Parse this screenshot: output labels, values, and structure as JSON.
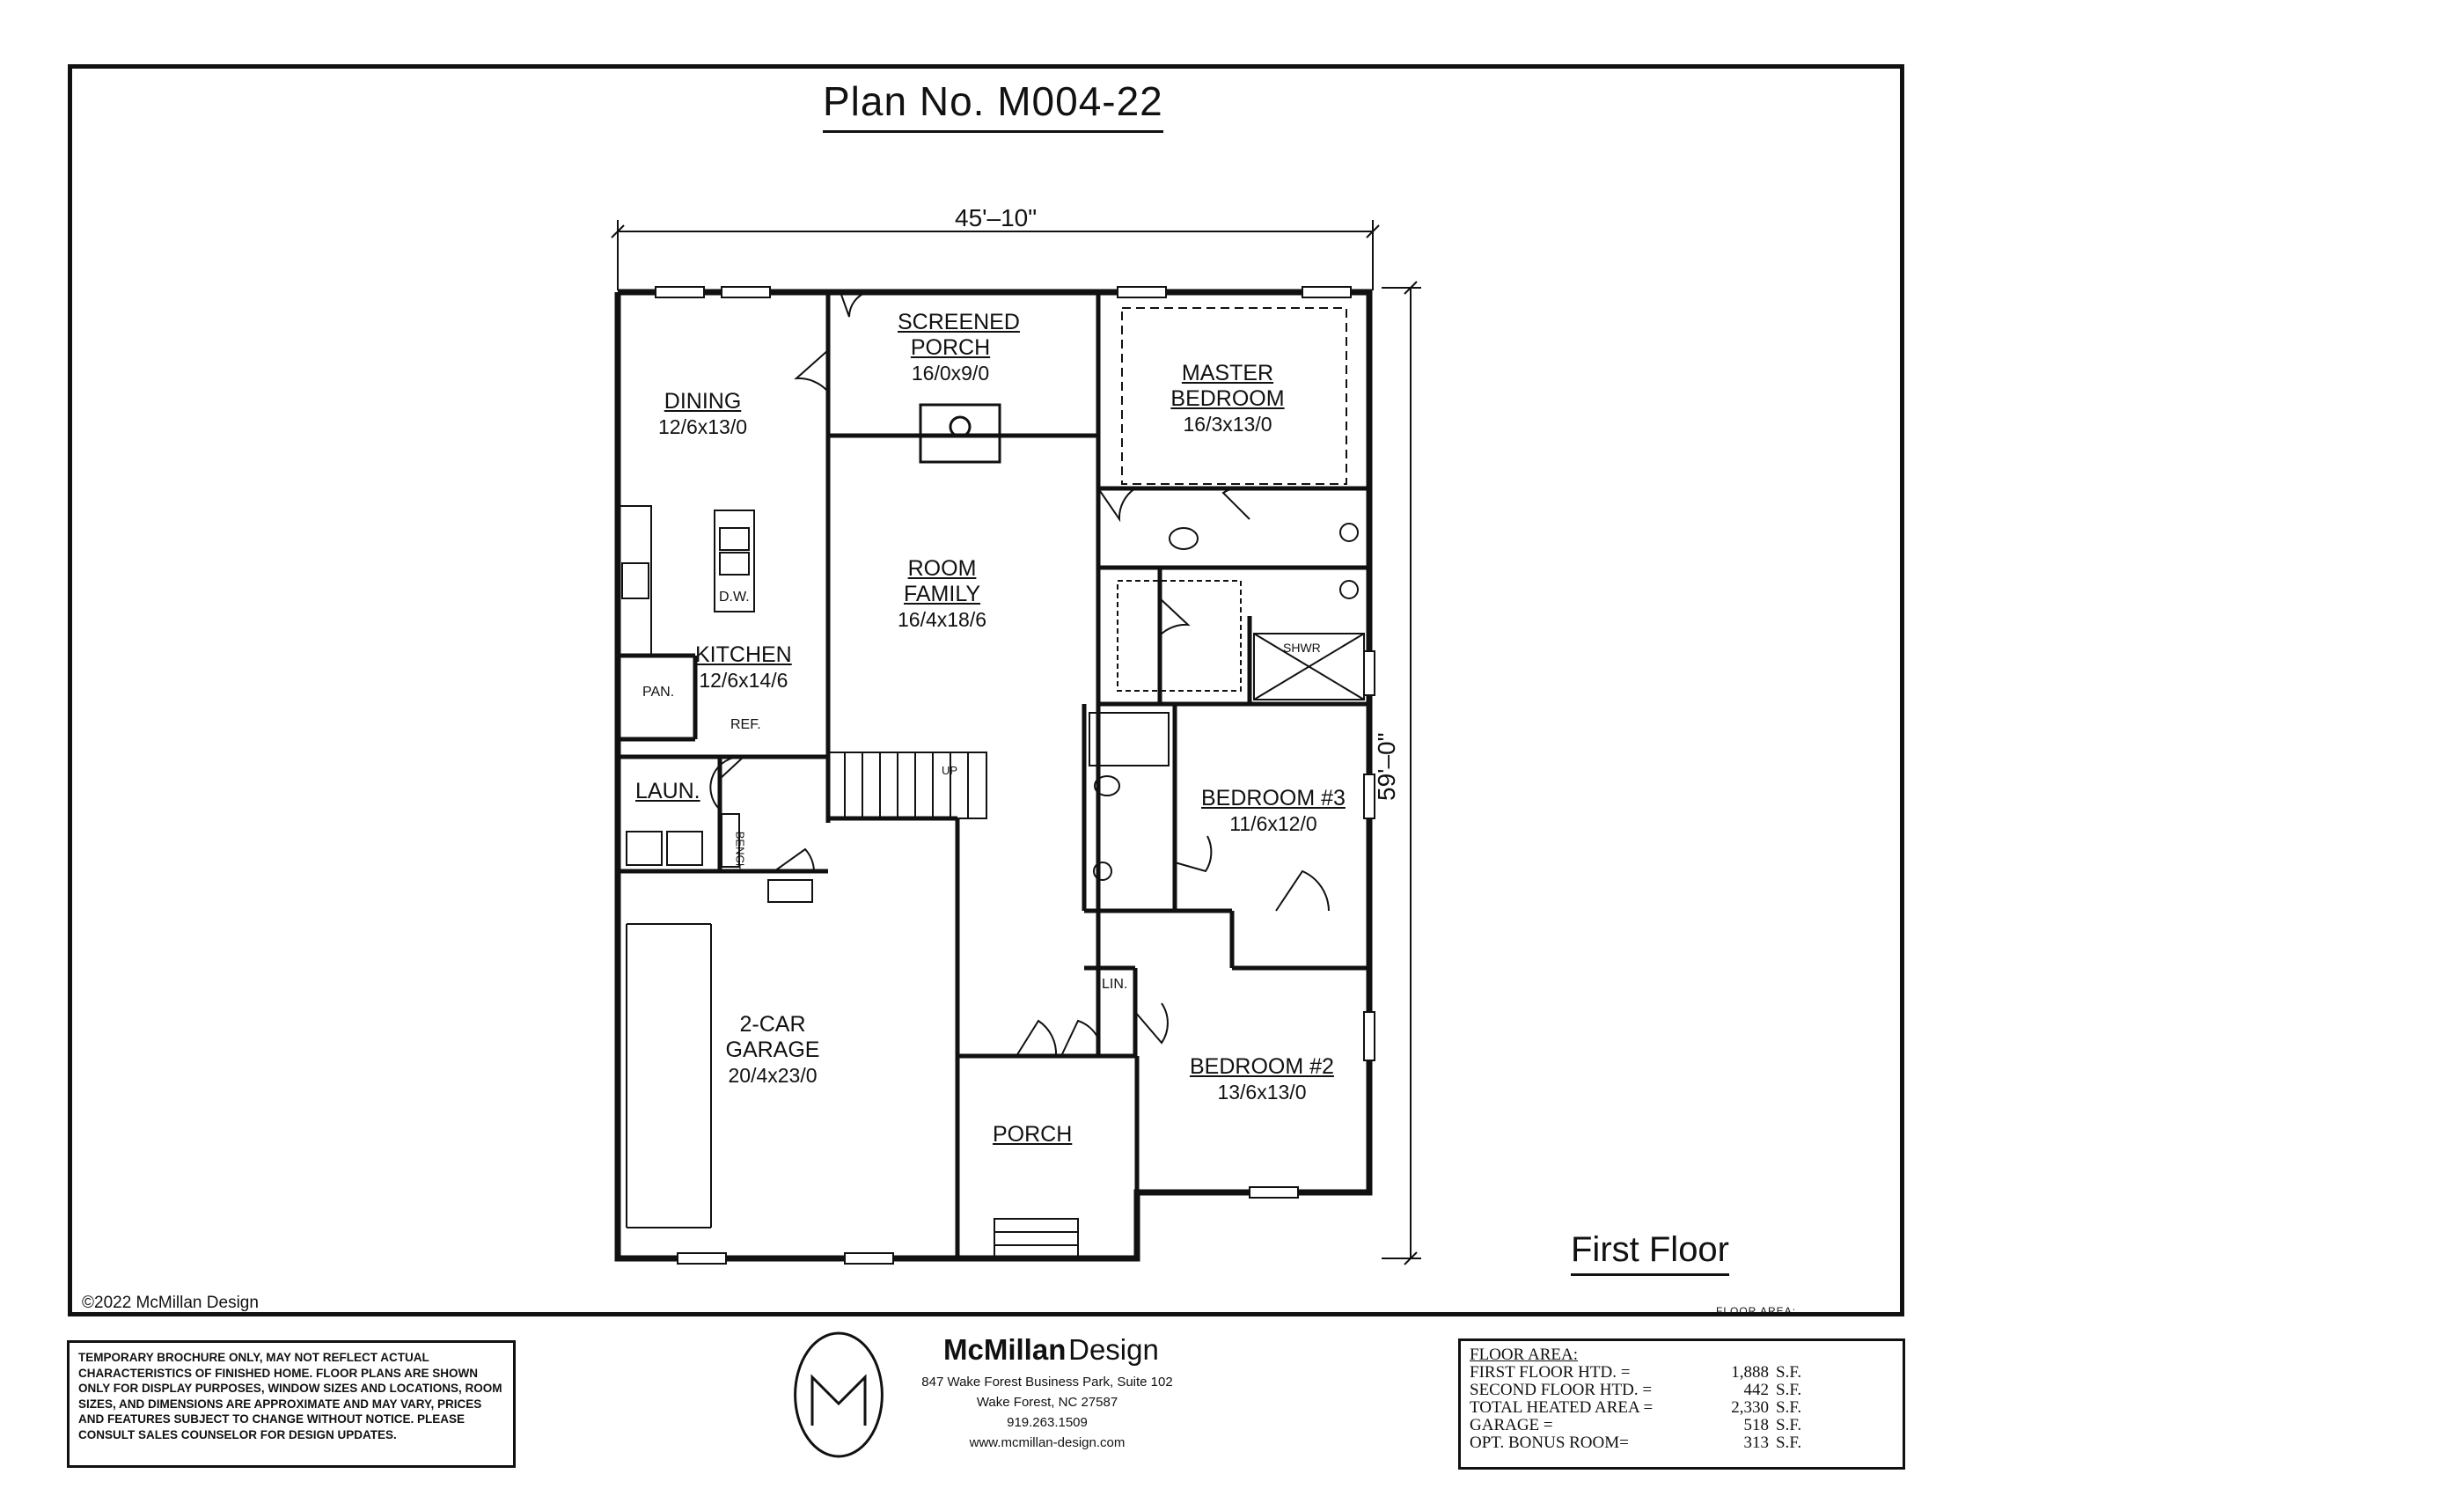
{
  "plan_title": "Plan No. M004-22",
  "floor_title": "First Floor",
  "floor_area_small": "FLOOR AREA:",
  "dimensions": {
    "width": "45'–10\"",
    "depth": "59'–0\""
  },
  "rooms": {
    "screened_porch": {
      "name": "SCREENED PORCH",
      "size": "16/0x9/0"
    },
    "master_bedroom": {
      "name": "MASTER BEDROOM",
      "size": "16/3x13/0"
    },
    "dining": {
      "name": "DINING",
      "size": "12/6x13/0"
    },
    "family": {
      "name": "ROOM FAMILY",
      "size": "16/4x18/6"
    },
    "kitchen": {
      "name": "KITCHEN",
      "size": "12/6x14/6"
    },
    "laundry": {
      "name": "LAUN.",
      "size": ""
    },
    "bedroom3": {
      "name": "BEDROOM #3",
      "size": "11/6x12/0"
    },
    "garage": {
      "name": "2-CAR GARAGE",
      "size": "20/4x23/0"
    },
    "bedroom2": {
      "name": "BEDROOM #2",
      "size": "13/6x13/0"
    },
    "porch": {
      "name": "PORCH",
      "size": ""
    }
  },
  "small_labels": {
    "pantry": "PAN.",
    "ref": "REF.",
    "dw": "D.W.",
    "bench": "BENCH",
    "linen": "LIN.",
    "shower": "SHWR",
    "up": "UP"
  },
  "copyright": "©2022 McMillan Design",
  "disclaimer": "Temporary brochure only, may not reflect actual characteristics of finished home. Floor plans are shown only for display purposes, window sizes and locations, room sizes, and dimensions are approximate and may vary, prices and features subject to change without notice. Please consult sales counselor for design updates.",
  "brand": {
    "name_bold": "McMillan",
    "name_light": "Design",
    "address1": "847 Wake Forest Business Park, Suite 102",
    "address2": "Wake Forest, NC 27587",
    "phone": "919.263.1509",
    "website": "www.mcmillan-design.com"
  },
  "floor_area": {
    "heading": "FLOOR AREA:",
    "rows": [
      {
        "label": "FIRST FLOOR HTD. =",
        "value": "1,888",
        "unit": "S.F."
      },
      {
        "label": "SECOND FLOOR HTD. =",
        "value": "442",
        "unit": "S.F."
      },
      {
        "label": "TOTAL HEATED AREA =",
        "value": "2,330",
        "unit": "S.F."
      },
      {
        "label": "GARAGE =",
        "value": "518",
        "unit": "S.F."
      },
      {
        "label": "OPT. BONUS ROOM=",
        "value": "313",
        "unit": "S.F."
      }
    ]
  }
}
